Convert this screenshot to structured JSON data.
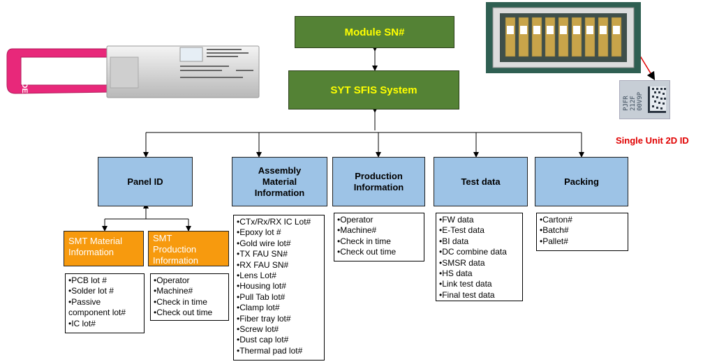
{
  "top": {
    "module_sn": "Module SN#",
    "sfis_system": "SYT SFIS System"
  },
  "categories": [
    {
      "key": "panel",
      "label": "Panel ID"
    },
    {
      "key": "assembly",
      "label": "Assembly Material Information",
      "lines": [
        "Assembly",
        "Material",
        "Information"
      ]
    },
    {
      "key": "production",
      "label": "Production Information",
      "lines": [
        "Production",
        "Information"
      ]
    },
    {
      "key": "test",
      "label": "Test data"
    },
    {
      "key": "packing",
      "label": "Packing"
    }
  ],
  "smt": {
    "material": {
      "lines": [
        "SMT Material",
        "Information"
      ]
    },
    "production": {
      "lines": [
        "SMT",
        "Production",
        "Information"
      ]
    }
  },
  "lists": {
    "smt_material": [
      "•PCB lot #",
      "•Solder lot #",
      "•Passive",
      "component lot#",
      "•IC lot#"
    ],
    "smt_production": [
      "•Operator",
      "•Machine#",
      "•Check in time",
      "•Check out time"
    ],
    "assembly": [
      "•CTx/Rx/RX IC Lot#",
      "•Epoxy lot #",
      "•Gold wire lot#",
      "•TX FAU SN#",
      "•RX FAU SN#",
      "•Lens Lot#",
      "•Housing lot#",
      "•Pull Tab lot#",
      "•Clamp lot#",
      "•Fiber tray lot#",
      "•Screw lot#",
      "•Dust cap lot#",
      "•Thermal pad lot#"
    ],
    "production": [
      "•Operator",
      "•Machine#",
      "•Check in time",
      "•Check out time"
    ],
    "test": [
      "•FW data",
      "•E-Test data",
      "•BI data",
      "•DC combine data",
      "•SMSR data",
      "•HS data",
      "•Link test data",
      "•Final test data"
    ],
    "packing": [
      "•Carton#",
      "•Batch#",
      "•Pallet#"
    ]
  },
  "photos": {
    "product_brand": "SOOE",
    "id_code_lines": [
      "PJFR",
      "212F",
      "00V9P"
    ],
    "caption": "Single Unit 2D ID"
  },
  "colors": {
    "green": "#548235",
    "yellow": "#ffff00",
    "blue": "#9dc3e6",
    "orange": "#f79a0e",
    "red": "#e00000",
    "pink": "#e8287a"
  }
}
